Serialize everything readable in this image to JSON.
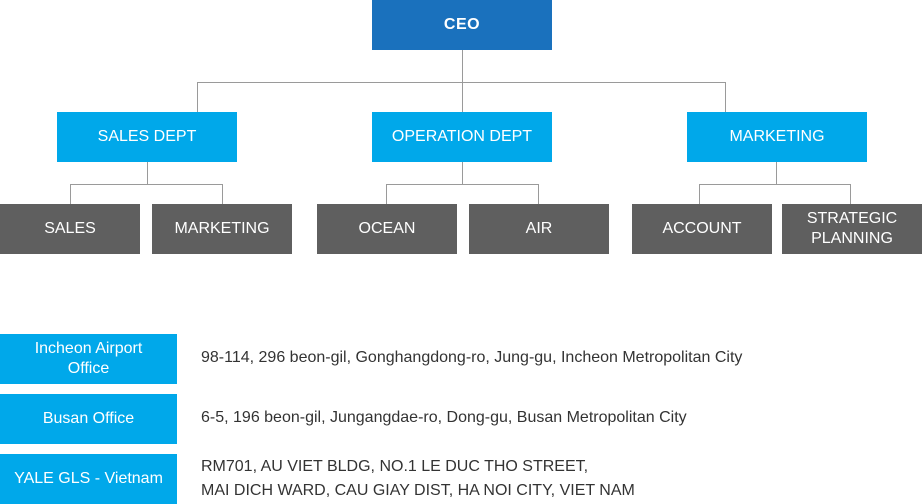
{
  "ceo": "CEO",
  "departments": [
    {
      "label": "SALES DEPT",
      "teams": [
        "SALES",
        "MARKETING"
      ]
    },
    {
      "label": "OPERATION DEPT",
      "teams": [
        "OCEAN",
        "AIR"
      ]
    },
    {
      "label": "MARKETING",
      "teams": [
        "ACCOUNT",
        "STRATEGIC PLANNING"
      ]
    }
  ],
  "offices": [
    {
      "name": "Incheon Airport Office",
      "address": [
        "98-114, 296 beon-gil, Gonghangdong-ro, Jung-gu, Incheon Metropolitan City"
      ]
    },
    {
      "name": "Busan Office",
      "address": [
        "6-5, 196 beon-gil, Jungangdae-ro, Dong-gu, Busan Metropolitan City"
      ]
    },
    {
      "name": "YALE GLS - Vietnam",
      "address": [
        "RM701, AU VIET BLDG, NO.1 LE DUC THO STREET,",
        "MAI DICH WARD, CAU GIAY DIST, HA NOI CITY, VIET NAM"
      ]
    }
  ],
  "colors": {
    "ceo": "#1a71bd",
    "dept": "#00a8ea",
    "team": "#5f5f5f",
    "office": "#00a8ea"
  }
}
